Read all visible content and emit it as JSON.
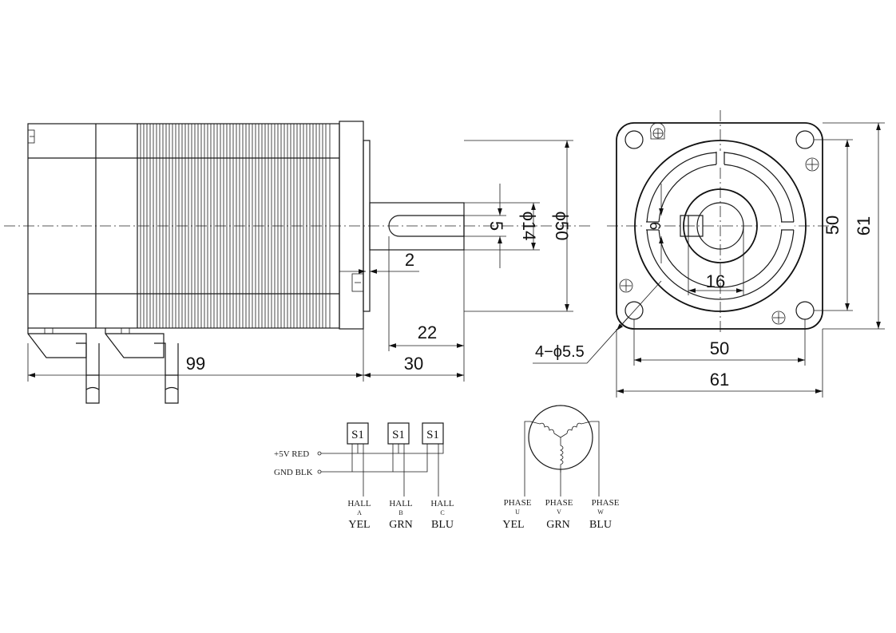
{
  "dimensions": {
    "total_length": "99",
    "shaft_length": "30",
    "key_length": "22",
    "flange_gap": "2",
    "key_width": "5",
    "shaft_diameter": "ϕ14",
    "pilot_diameter": "ϕ50",
    "key_height": "6",
    "shaft_flat": "16",
    "hole_spacing_h": "50",
    "flange_width_h": "61",
    "hole_spacing_v": "50",
    "flange_width_v": "61",
    "mount_holes": "4−ϕ5.5"
  },
  "hall_circuit": {
    "sensor_label": "S1",
    "supply_label": "+5V  RED",
    "ground_label": "GND  BLK",
    "sensors": [
      {
        "name": "HALL",
        "sub": "A",
        "color": "YEL"
      },
      {
        "name": "HALL",
        "sub": "B",
        "color": "GRN"
      },
      {
        "name": "HALL",
        "sub": "C",
        "color": "BLU"
      }
    ]
  },
  "phase_circuit": {
    "phases": [
      {
        "name": "PHASE",
        "sub": "U",
        "color": "YEL"
      },
      {
        "name": "PHASE",
        "sub": "V",
        "color": "GRN"
      },
      {
        "name": "PHASE",
        "sub": "W",
        "color": "BLU"
      }
    ]
  }
}
